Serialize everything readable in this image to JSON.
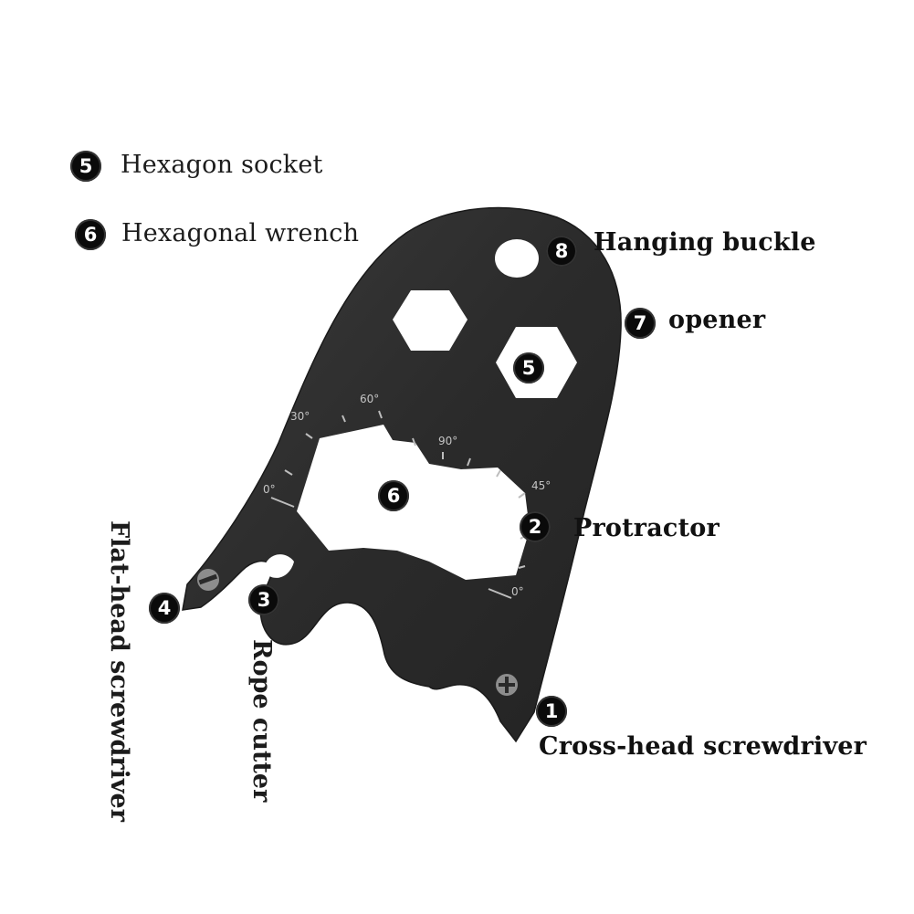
{
  "legend": [
    {
      "number": "5",
      "text": "Hexagon socket"
    },
    {
      "number": "6",
      "text": "Hexagonal wrench"
    }
  ],
  "callouts": [
    {
      "number": "8",
      "text": "Hanging buckle"
    },
    {
      "number": "7",
      "text": "opener"
    },
    {
      "number": "2",
      "text": "Protractor"
    },
    {
      "number": "1",
      "text": "Cross-head screwdriver"
    },
    {
      "number": "3",
      "text": "Rope cutter"
    },
    {
      "number": "4",
      "text": "Flat-head screwdriver"
    }
  ],
  "markers": {
    "hex_socket": "5",
    "hex_wrench": "6"
  },
  "protractor_ticks": [
    "30°",
    "60°",
    "90°",
    "45°",
    "0°",
    "0°"
  ],
  "colors": {
    "tool_body": "#2e2e2e",
    "badge": "#0a0a0a",
    "text": "#1c1c1c",
    "background": "#ffffff"
  }
}
